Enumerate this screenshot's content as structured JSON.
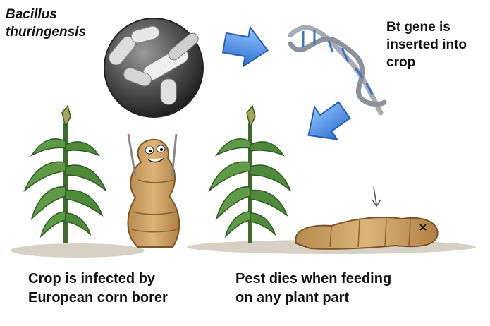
{
  "labels": {
    "bacterium": [
      "Bacillus",
      "thuringensis"
    ],
    "bt_gene": [
      "Bt gene is",
      "inserted into",
      "crop"
    ],
    "caption_left": [
      "Crop is infected by",
      "European corn borer"
    ],
    "caption_right": [
      "Pest dies when feeding",
      "on any plant part"
    ]
  },
  "colors": {
    "arrow": "#4a8fe0",
    "plant_leaf": "#4f8a3a",
    "larva": "#c9a063",
    "dna_backbone": "#a8adb5",
    "dna_rungs": "#3d6fd1",
    "bacteria_sphere": "#4a4a4a"
  },
  "icons": [
    "bacteria-sphere",
    "arrow-right-icon",
    "dna-helix",
    "arrow-down-left-icon",
    "corn-plant",
    "corn-borer-larva",
    "dead-larva"
  ]
}
